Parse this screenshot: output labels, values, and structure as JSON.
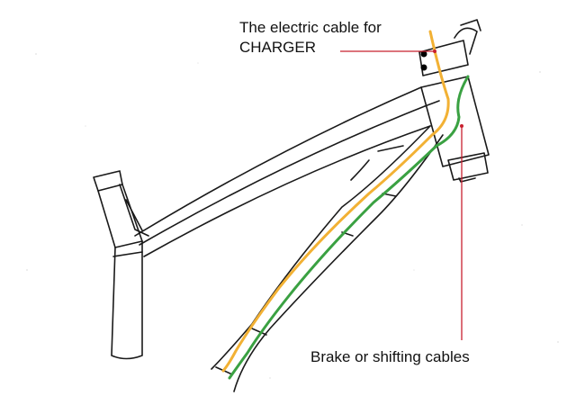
{
  "labels": {
    "charger_line1": "The electric cable for",
    "charger_line2": "CHARGER",
    "brake": "Brake or shifting cables"
  },
  "colors": {
    "frame_stroke": "#1a1a1a",
    "charger_cable": "#f2b134",
    "brake_cable": "#3aa142",
    "callout_line": "#c8202f"
  }
}
